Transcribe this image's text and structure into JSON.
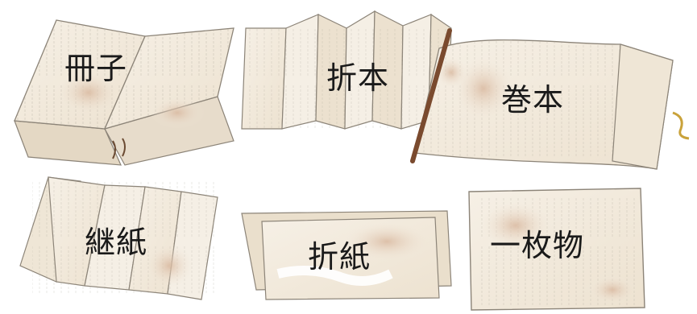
{
  "items": [
    {
      "id": "sasshi",
      "label": "冊子"
    },
    {
      "id": "orihon",
      "label": "折本"
    },
    {
      "id": "kansubon",
      "label": "巻本"
    },
    {
      "id": "tsugigami",
      "label": "継紙"
    },
    {
      "id": "origami",
      "label": "折紙"
    },
    {
      "id": "ichimaimono",
      "label": "一枚物"
    }
  ],
  "colors": {
    "paper": "#f3ece0",
    "paper_shade": "#e9dcc8",
    "stain": "#d9b9a0",
    "outline": "#8c8478",
    "ink_lines": "#a9a397",
    "roller": "#7a4a2e",
    "cord": "#c9a23a"
  }
}
